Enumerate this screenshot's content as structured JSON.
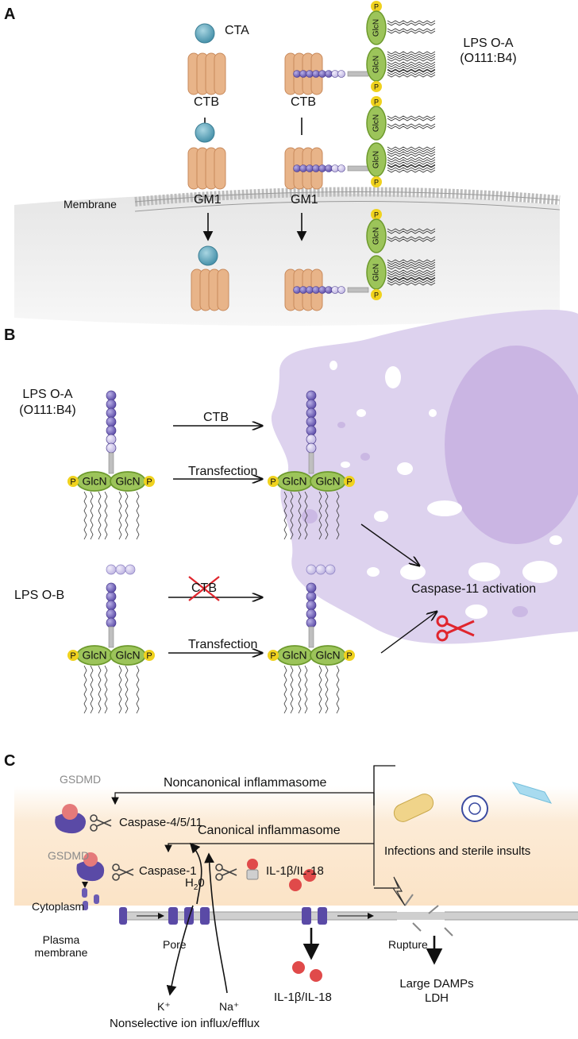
{
  "panel_a": {
    "letter": "A",
    "cta": "CTA",
    "ctb_left": "CTB",
    "ctb_right": "CTB",
    "lps_oa_line1": "LPS O-A",
    "lps_oa_line2": "(O111:B4)",
    "membrane": "Membrane",
    "gm1_left": "GM1",
    "gm1_right": "GM1",
    "glcn": "GlcN",
    "p": "P"
  },
  "panel_b": {
    "letter": "B",
    "lps_oa_line1": "LPS O-A",
    "lps_oa_line2": "(O111:B4)",
    "lps_ob": "LPS O-B",
    "ctb_top": "CTB",
    "ctb_crossed": "CTB",
    "transfection_top": "Transfection",
    "transfection_bottom": "Transfection",
    "caspase11": "Caspase-11 activation",
    "glcn": "GlcN",
    "p": "P"
  },
  "panel_c": {
    "letter": "C",
    "gsdmd_top": "GSDMD",
    "gsdmd_mid": "GSDMD",
    "noncanonical": "Noncanonical inflammasome",
    "canonical": "Canonical inflammasome",
    "caspase_4511": "Caspase-4/5/11",
    "caspase_1": "Caspase-1",
    "il1b_il18_top": "IL-1β/IL-18",
    "infections": "Infections and sterile insults",
    "h2o_h": "H",
    "h2o_sub": "2",
    "h2o_o": "0",
    "cytoplasm": "Cytoplasm",
    "plasma_membrane_line1": "Plasma",
    "plasma_membrane_line2": "membrane",
    "pore": "Pore",
    "rupture": "Rupture",
    "il1b_il18_bottom": "IL-1β/IL-18",
    "large_damps": "Large DAMPs",
    "ldh": "LDH",
    "k_ion": "K⁺",
    "na_ion": "Na⁺",
    "ion_flux": "Nonselective ion influx/efflux"
  },
  "colors": {
    "ctb_orange": "#e8b489",
    "cta_teal": "#5ea8bf",
    "glcn_green": "#9cc45a",
    "phosphate_yellow": "#f0d21e",
    "oantigen_purple": "#6b5bb3",
    "cell_lilac": "#d9cdec",
    "nucleus_lilac": "#c9b3e2",
    "caspase_red": "#e0252d",
    "membrane_gray": "#bdbdbd"
  }
}
